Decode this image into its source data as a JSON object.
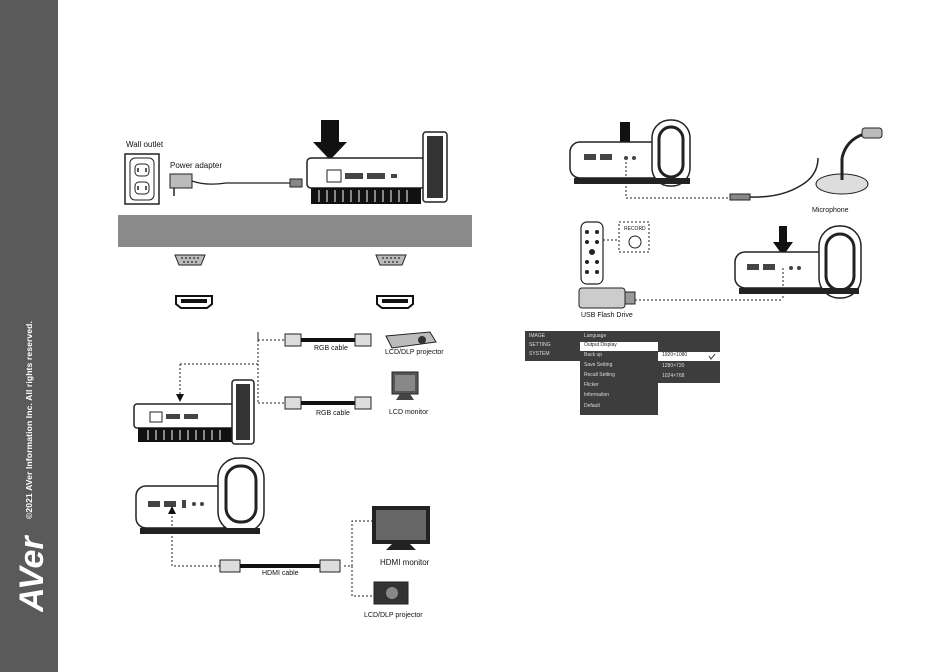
{
  "sidebar": {
    "copyright": "©2021 AVer Information Inc. All rights reserved.",
    "logo_icon": "aver-logo"
  },
  "power": {
    "wall_outlet": "Wall outlet",
    "power_adapter": "Power adapter"
  },
  "rgb": {
    "cable_top": "RGB cable",
    "projector": "LCD/DLP projector",
    "cable_bottom": "RGB cable",
    "monitor": "LCD monitor"
  },
  "hdmi": {
    "cable": "HDMI cable",
    "monitor": "HDMI monitor",
    "projector": "LCD/DLP projector"
  },
  "mic": {
    "label": "Microphone"
  },
  "record": {
    "label": "RECORD",
    "usb": "USB Flash Drive"
  },
  "menu": {
    "col1": [
      "IMAGE",
      "SETTING",
      "SYSTEM"
    ],
    "col2": [
      "Language",
      "Output Display",
      "Back up",
      "Save Setting",
      "Recall Setting",
      "Flicker",
      "Information",
      "Default"
    ],
    "col3": [
      "1920×1080",
      "1280×720",
      "1024×768"
    ]
  },
  "colors": {
    "sidebar": "#5a5a5a",
    "band": "#8a8a8a",
    "menu_bg": "#3d3d3d",
    "menu_sel": "#ffffff"
  }
}
